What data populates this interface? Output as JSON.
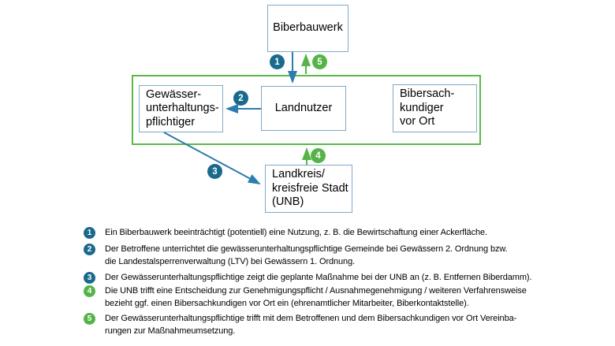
{
  "colors": {
    "step_blue": "#1a6a8c",
    "step_green": "#55b448",
    "arrow_blue": "#2c7cac",
    "arrow_green": "#55b448",
    "box_border_blue": "#7fa9c9",
    "group_frame_green": "#5cb847"
  },
  "diagram": {
    "boxes": {
      "biberbauwerk": {
        "label": "Biberbauwerk"
      },
      "gewaesser": {
        "label": "Gewässer-\nunterhaltungs-\npflichtiger"
      },
      "landnutzer": {
        "label": "Landnutzer"
      },
      "bibersach": {
        "label": "Bibersach-\nkundiger\nvor Ort"
      },
      "landkreis": {
        "label": "Landkreis/\nkreisfreie Stadt\n(UNB)"
      }
    },
    "badges": [
      {
        "num": "1",
        "color": "blue"
      },
      {
        "num": "2",
        "color": "blue"
      },
      {
        "num": "3",
        "color": "blue"
      },
      {
        "num": "4",
        "color": "green"
      },
      {
        "num": "5",
        "color": "green"
      }
    ]
  },
  "legend": {
    "items": [
      {
        "num": "1",
        "color": "blue",
        "text": "Ein Biberbauwerk beeinträchtigt (potentiell) eine Nutzung, z. B. die Bewirtschaftung einer Ackerfläche."
      },
      {
        "num": "2",
        "color": "blue",
        "text": "Der Betroffene unterrichtet die gewässerunterhaltungspflichtige Gemeinde bei Gewässern 2. Ordnung bzw.\ndie Landestalsperrenverwaltung (LTV) bei Gewässern 1. Ordnung."
      },
      {
        "num": "3",
        "color": "blue",
        "text": "Der Gewässerunterhaltungspflichtige zeigt die geplante Maßnahme bei der UNB an (z. B. Entfernen Biberdamm)."
      },
      {
        "num": "4",
        "color": "green",
        "text": "Die UNB trifft eine Entscheidung zur Genehmigungspflicht / Ausnahmegenehmigung / weiteren Verfahrensweise\nbezieht ggf. einen Bibersachkundigen vor Ort ein (ehrenamtlicher Mitarbeiter, Biberkontaktstelle)."
      },
      {
        "num": "5",
        "color": "green",
        "text": "Der Gewässerunterhaltungspflichtige trifft mit dem Betroffenen und dem Bibersachkundigen vor Ort Vereinba-\nrungen zur Maßnahmeumsetzung."
      }
    ]
  }
}
